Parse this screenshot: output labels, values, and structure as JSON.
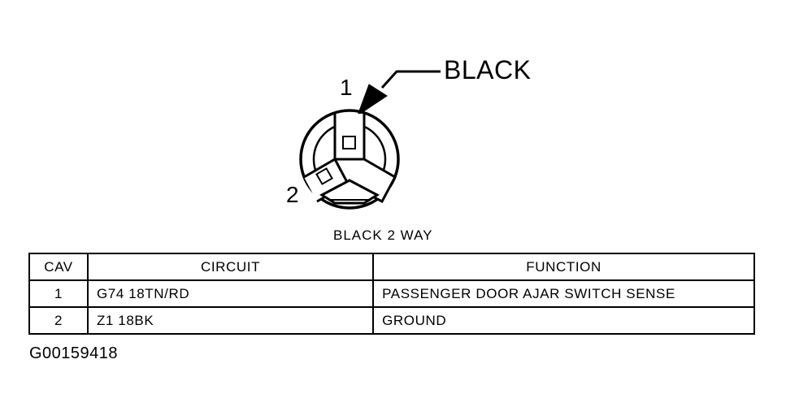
{
  "connector": {
    "color_callout": "BLACK",
    "pin_labels": [
      "1",
      "2"
    ],
    "name": "BLACK 2 WAY"
  },
  "table": {
    "headers": [
      "CAV",
      "CIRCUIT",
      "FUNCTION"
    ],
    "rows": [
      {
        "cav": "1",
        "circuit": "G74 18TN/RD",
        "function": "PASSENGER DOOR AJAR SWITCH SENSE"
      },
      {
        "cav": "2",
        "circuit": "Z1 18BK",
        "function": "GROUND"
      }
    ]
  },
  "figure_id": "G00159418"
}
